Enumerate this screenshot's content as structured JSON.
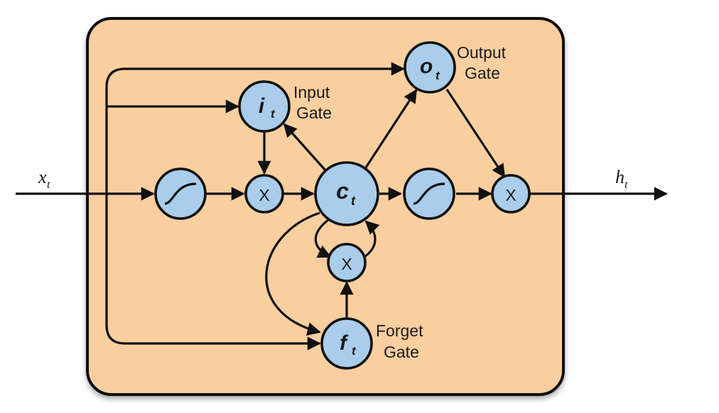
{
  "inputs": {
    "x": "x",
    "x_sub": "t"
  },
  "outputs": {
    "h": "h",
    "h_sub": "t"
  },
  "gates": {
    "input": {
      "symbol": "i",
      "sub": "t",
      "label_line1": "Input",
      "label_line2": "Gate"
    },
    "output": {
      "symbol": "o",
      "sub": "t",
      "label_line1": "Output",
      "label_line2": "Gate"
    },
    "forget": {
      "symbol": "f",
      "sub": "t",
      "label_line1": "Forget",
      "label_line2": "Gate"
    }
  },
  "cell": {
    "symbol": "c",
    "sub": "t"
  },
  "multiply": "X",
  "colors": {
    "cell_fill": "#f9cfa0",
    "node_fill": "#a9cdea",
    "stroke": "#111111"
  },
  "icons": {
    "activation": "sigmoid-curve-icon"
  }
}
